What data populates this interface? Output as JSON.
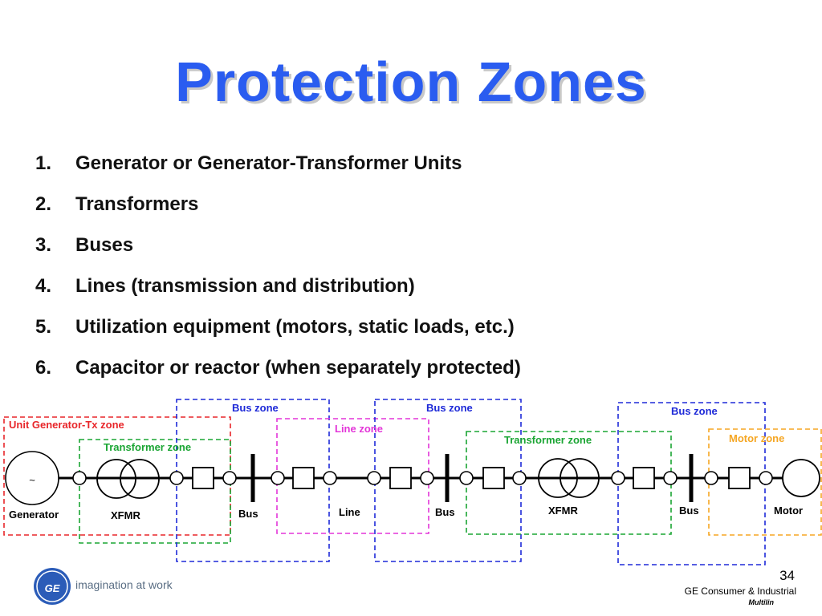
{
  "title": "Protection Zones",
  "items": [
    {
      "num": "1.",
      "text": "Generator or Generator-Transformer Units"
    },
    {
      "num": "2.",
      "text": "Transformers"
    },
    {
      "num": "3.",
      "text": "Buses"
    },
    {
      "num": "4.",
      "text": "Lines (transmission and distribution)"
    },
    {
      "num": "5.",
      "text": "Utilization equipment (motors, static loads, etc.)"
    },
    {
      "num": "6.",
      "text": "Capacitor or reactor (when separately protected)"
    }
  ],
  "diagram": {
    "zones": {
      "unit_gen_tx": "Unit Generator-Tx zone",
      "transformer_1": "Transformer zone",
      "bus_1": "Bus zone",
      "line": "Line zone",
      "bus_2": "Bus zone",
      "transformer_2": "Transformer zone",
      "bus_3": "Bus zone",
      "motor": "Motor zone"
    },
    "labels": {
      "generator": "Generator",
      "generator_symbol": "~",
      "xfmr_1": "XFMR",
      "bus_1": "Bus",
      "line": "Line",
      "bus_2": "Bus",
      "xfmr_2": "XFMR",
      "bus_3": "Bus",
      "motor": "Motor"
    },
    "colors": {
      "unit_gen_tx": "#e8262a",
      "transformer": "#1aa533",
      "bus": "#1e2ad8",
      "line": "#e335d8",
      "motor": "#f5a623"
    }
  },
  "footer": {
    "logo": "GE",
    "tagline": "imagination at work",
    "page_number": "34",
    "company": "GE Consumer & Industrial",
    "division": "Multilin"
  }
}
